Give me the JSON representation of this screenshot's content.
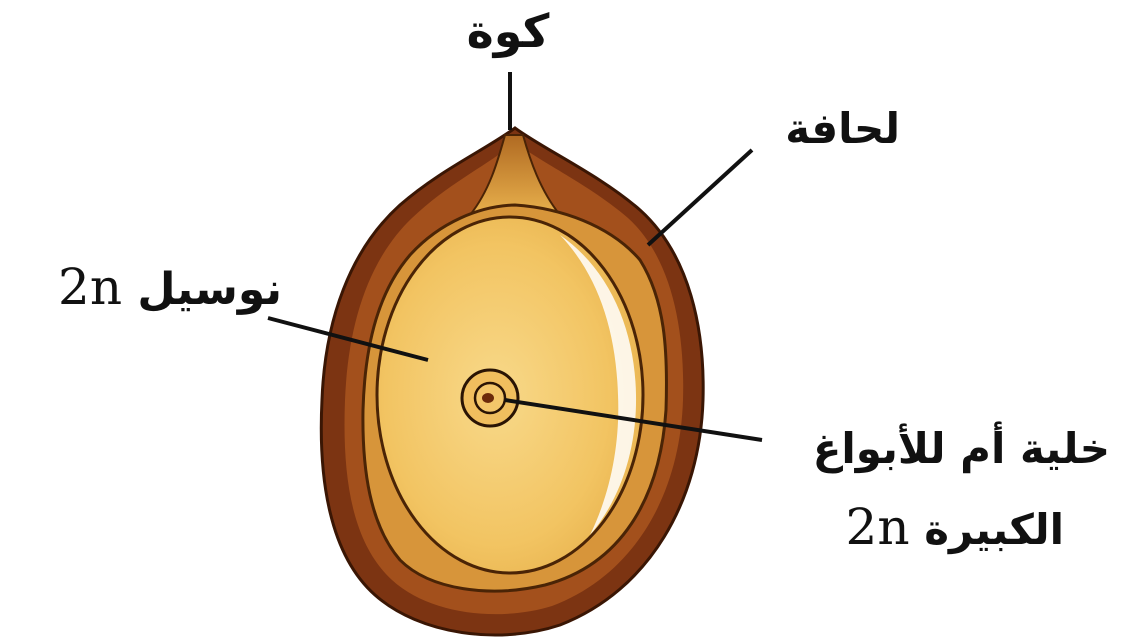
{
  "labels": {
    "micropyle": "كوة",
    "integument": "لحافة",
    "nucellus": "نوسيل",
    "nucellus_ploidy": "2n",
    "mother_cell_line1": "خلية أم للأبواغ",
    "mother_cell_line2": "الكبيرة",
    "mother_cell_ploidy": "2n"
  },
  "colors": {
    "integument_outer": "#7a3210",
    "integument_mid": "#a6521a",
    "integument_inner": "#c97a2a",
    "nucellus_fill": "#f2c56a",
    "nucellus_light": "#f8dfa0",
    "inner_line": "#4a2406",
    "leader_line": "#111111"
  },
  "icons": {
    "ovule": "ovule-cross-section-icon"
  }
}
